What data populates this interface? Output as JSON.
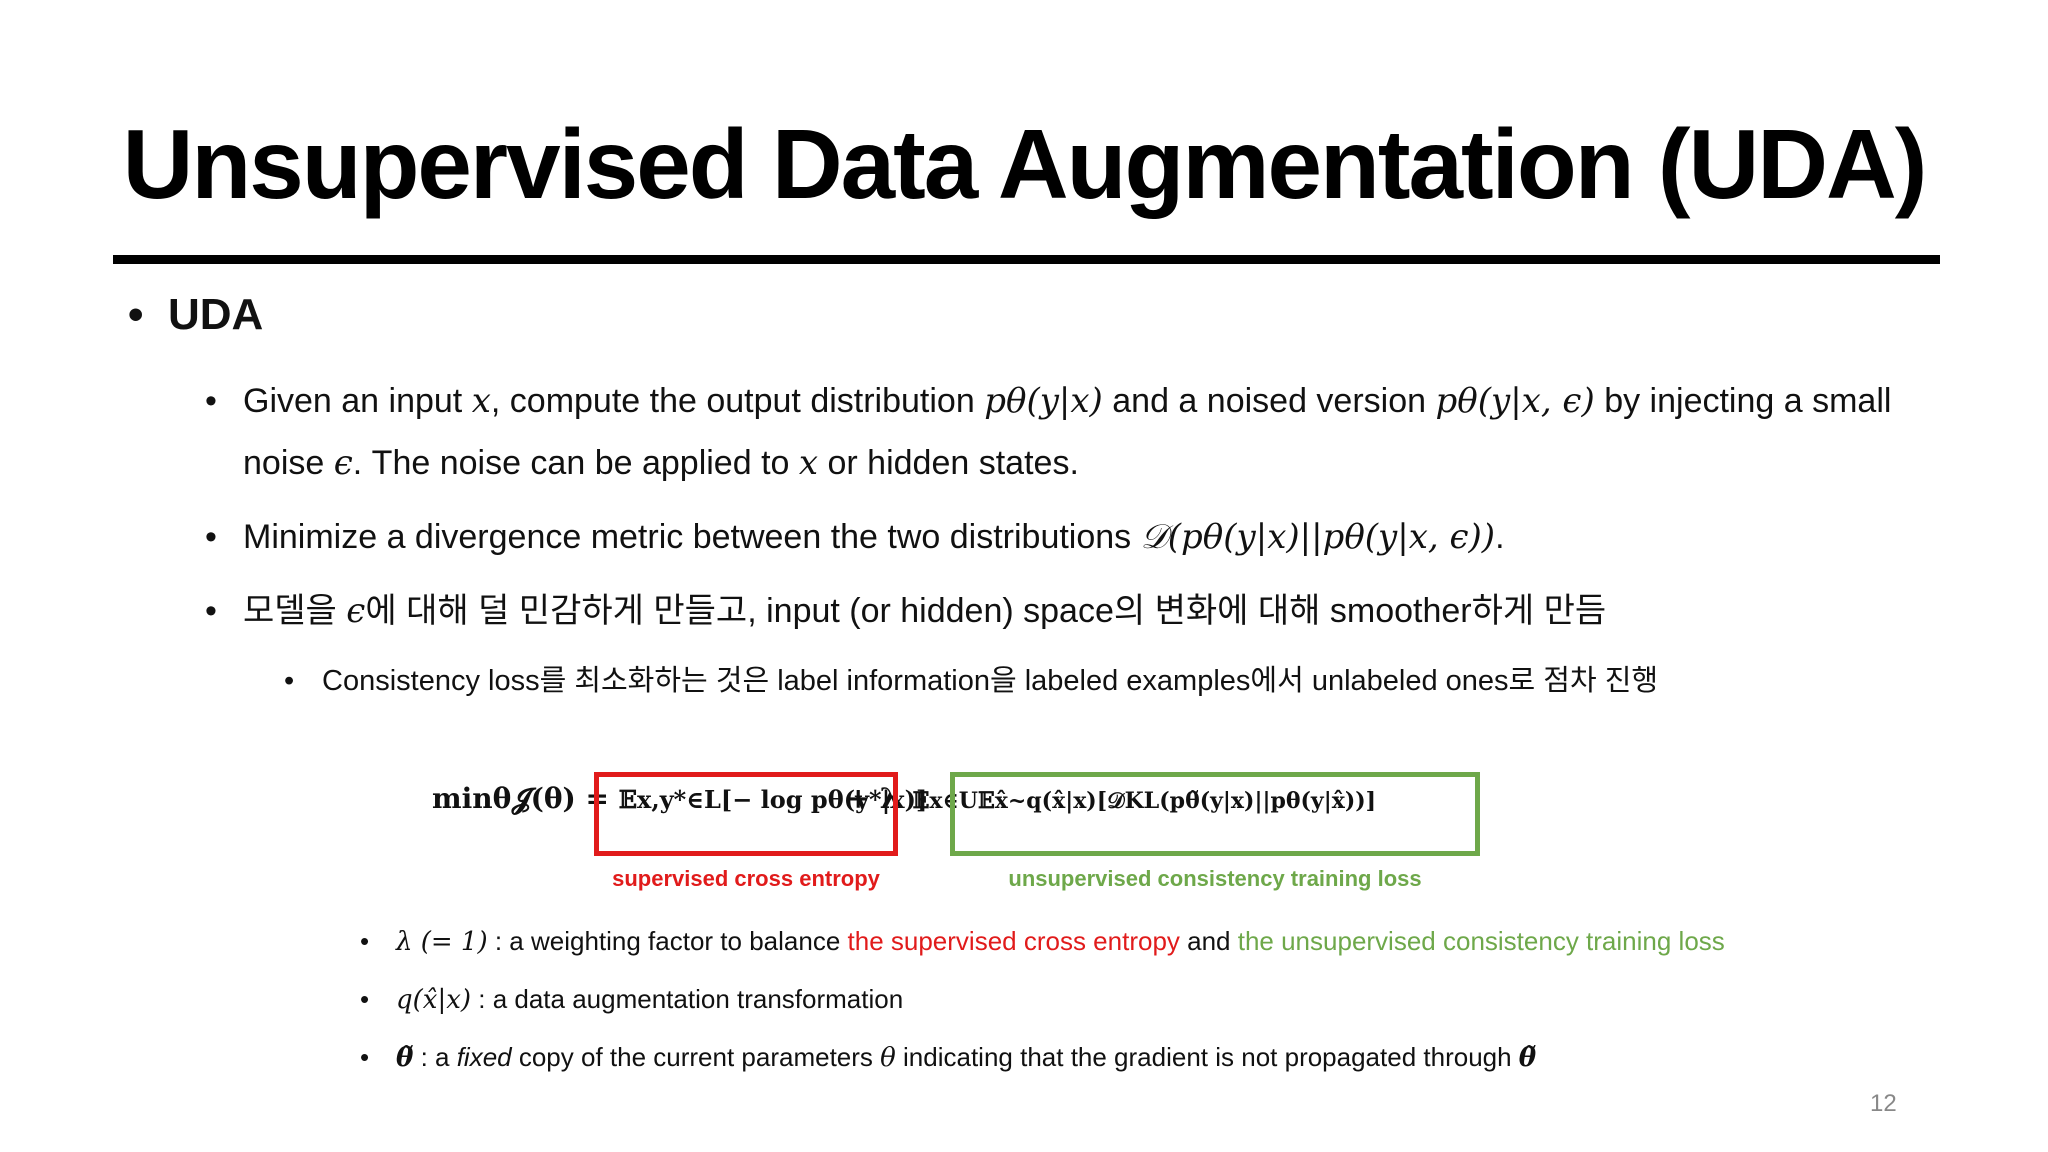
{
  "title": "Unsupervised Data Augmentation (UDA)",
  "section": "UDA",
  "bullets": {
    "b1_line1_pre": "Given an input ",
    "b1_x": "x",
    "b1_line1_mid": ", compute the output distribution ",
    "b1_p1": "pθ(y|x)",
    "b1_line1_mid2": " and a noised version ",
    "b1_p2": "pθ(y|x, ϵ)",
    "b1_line1_post": " by injecting a small",
    "b1_line2_pre": "noise ",
    "b1_eps": "ϵ",
    "b1_line2_post": ". The noise can be applied to ",
    "b1_x2": "x",
    "b1_line2_end": " or hidden states.",
    "b2_pre": "Minimize a divergence metric between the two distributions ",
    "b2_math": "𝒟(pθ(y|x)||pθ(y|x, ϵ))",
    "b2_post": ".",
    "b3_pre": "모델을 ",
    "b3_eps": "ϵ",
    "b3_post": "에 대해 덜 민감하게 만들고, input (or hidden) space의 변화에 대해 smoother하게 만듬",
    "b4": "Consistency loss를 최소화하는 것은 label information을 labeled examples에서 unlabeled ones로 점차 진행"
  },
  "equation": {
    "lhs": "minθ𝓙(θ) = ",
    "sup_term": "𝔼x,y*∈L[− log pθ(y*|x)]",
    "plus": " + λ",
    "unsup_term": "𝔼x∈U𝔼x̂~q(x̂|x)[𝒟KL(pθ̃(y|x)||pθ(y|x̂))]",
    "sup_label": "supervised cross entropy",
    "unsup_label": "unsupervised consistency training loss"
  },
  "notes": {
    "n1_math": "λ (= 1)",
    "n1_pre": " : a weighting factor to balance ",
    "n1_red": "the supervised cross entropy",
    "n1_mid": " and ",
    "n1_green": "the unsupervised consistency training loss",
    "n2_math": "q(x̂|x)",
    "n2_text": " : a data augmentation transformation",
    "n3_math": "θ̃",
    "n3_pre": " : a ",
    "n3_italic": "fixed",
    "n3_mid": " copy of the current parameters ",
    "n3_theta": "θ",
    "n3_post": " indicating that the gradient is not propagated through ",
    "n3_end": "θ̃"
  },
  "colors": {
    "red": "#e11b1b",
    "green": "#6ea84a"
  },
  "page_number": "12"
}
